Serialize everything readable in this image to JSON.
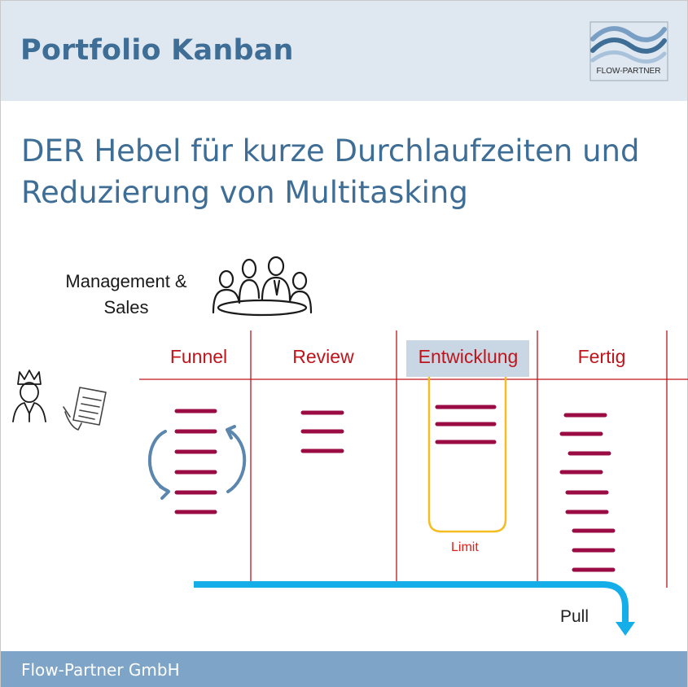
{
  "header": {
    "title": "Portfolio Kanban",
    "logo_text": "FLOW-PARTNER"
  },
  "subtitle": {
    "line1": "DER Hebel für kurze Durchlaufzeiten und",
    "line2": "Reduzierung von Multitasking"
  },
  "actors": {
    "management_line1": "Management &",
    "management_line2": "Sales",
    "king_icon": "crowned-person-icon",
    "document_icon": "document-hand-icon",
    "meeting_icon": "meeting-group-icon"
  },
  "columns": [
    {
      "label": "Funnel"
    },
    {
      "label": "Review"
    },
    {
      "label": "Entwicklung"
    },
    {
      "label": "Fertig"
    }
  ],
  "board": {
    "limit_label": "Limit",
    "pull_label": "Pull"
  },
  "colors": {
    "header_bg": "#dfe8f1",
    "title": "#3e6d96",
    "column_label": "#c0141b",
    "divider": "#c0141b",
    "item": "#9b0c45",
    "limit_box": "#f5bd1f",
    "pull_arrow": "#15aee8",
    "cycle_arrows": "#5b86ad",
    "footer_bg": "#7ea4c7"
  },
  "footer": {
    "company": "Flow-Partner GmbH"
  }
}
